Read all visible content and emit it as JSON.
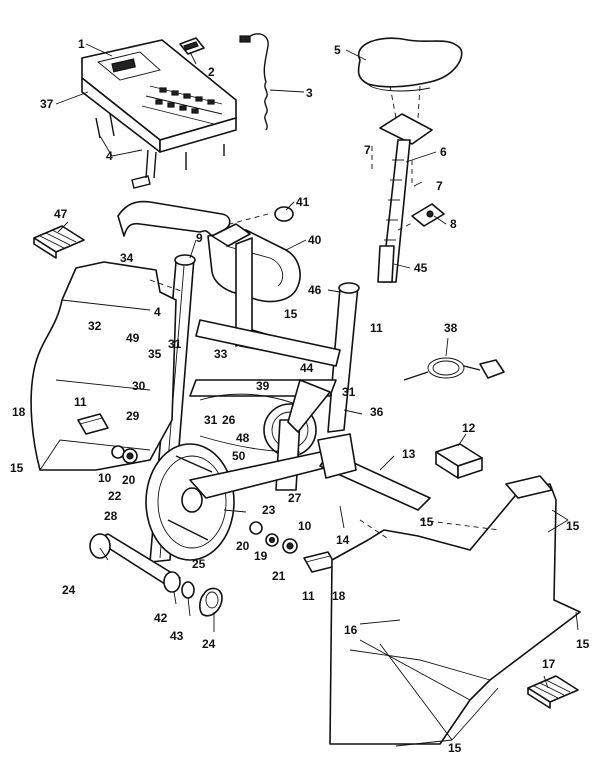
{
  "callouts": [
    {
      "id": "c1",
      "text": "1"
    },
    {
      "id": "c2",
      "text": "2"
    },
    {
      "id": "c3",
      "text": "3"
    },
    {
      "id": "c37",
      "text": "37"
    },
    {
      "id": "c4a",
      "text": "4"
    },
    {
      "id": "c5",
      "text": "5"
    },
    {
      "id": "c7a",
      "text": "7"
    },
    {
      "id": "c6",
      "text": "6"
    },
    {
      "id": "c7b",
      "text": "7"
    },
    {
      "id": "c8",
      "text": "8"
    },
    {
      "id": "c45",
      "text": "45"
    },
    {
      "id": "c41",
      "text": "41"
    },
    {
      "id": "c40",
      "text": "40"
    },
    {
      "id": "c47",
      "text": "47"
    },
    {
      "id": "c9",
      "text": "9"
    },
    {
      "id": "c34",
      "text": "34"
    },
    {
      "id": "c46",
      "text": "46"
    },
    {
      "id": "c4b",
      "text": "4"
    },
    {
      "id": "c15a",
      "text": "15"
    },
    {
      "id": "c11a",
      "text": "11"
    },
    {
      "id": "c38",
      "text": "38"
    },
    {
      "id": "c32",
      "text": "32"
    },
    {
      "id": "c49",
      "text": "49"
    },
    {
      "id": "c35",
      "text": "35"
    },
    {
      "id": "c31a",
      "text": "31"
    },
    {
      "id": "c33",
      "text": "33"
    },
    {
      "id": "c44",
      "text": "44"
    },
    {
      "id": "c30",
      "text": "30"
    },
    {
      "id": "c39",
      "text": "39"
    },
    {
      "id": "c31b",
      "text": "31"
    },
    {
      "id": "c36",
      "text": "36"
    },
    {
      "id": "c18a",
      "text": "18"
    },
    {
      "id": "c11b",
      "text": "11"
    },
    {
      "id": "c29",
      "text": "29"
    },
    {
      "id": "c31c",
      "text": "31"
    },
    {
      "id": "c26",
      "text": "26"
    },
    {
      "id": "c48",
      "text": "48"
    },
    {
      "id": "c12",
      "text": "12"
    },
    {
      "id": "c15b",
      "text": "15"
    },
    {
      "id": "c50",
      "text": "50"
    },
    {
      "id": "c13",
      "text": "13"
    },
    {
      "id": "c10a",
      "text": "10"
    },
    {
      "id": "c20a",
      "text": "20"
    },
    {
      "id": "c22",
      "text": "22"
    },
    {
      "id": "c27",
      "text": "27"
    },
    {
      "id": "c28",
      "text": "28"
    },
    {
      "id": "c23",
      "text": "23"
    },
    {
      "id": "c14",
      "text": "14"
    },
    {
      "id": "c15c",
      "text": "15"
    },
    {
      "id": "c15d",
      "text": "15"
    },
    {
      "id": "c10b",
      "text": "10"
    },
    {
      "id": "c20b",
      "text": "20"
    },
    {
      "id": "c19",
      "text": "19"
    },
    {
      "id": "c21",
      "text": "21"
    },
    {
      "id": "c25",
      "text": "25"
    },
    {
      "id": "c24a",
      "text": "24"
    },
    {
      "id": "c11c",
      "text": "11"
    },
    {
      "id": "c18b",
      "text": "18"
    },
    {
      "id": "c42",
      "text": "42"
    },
    {
      "id": "c43",
      "text": "43"
    },
    {
      "id": "c24b",
      "text": "24"
    },
    {
      "id": "c16",
      "text": "16"
    },
    {
      "id": "c15e",
      "text": "15"
    },
    {
      "id": "c17",
      "text": "17"
    },
    {
      "id": "c15f",
      "text": "15"
    }
  ]
}
